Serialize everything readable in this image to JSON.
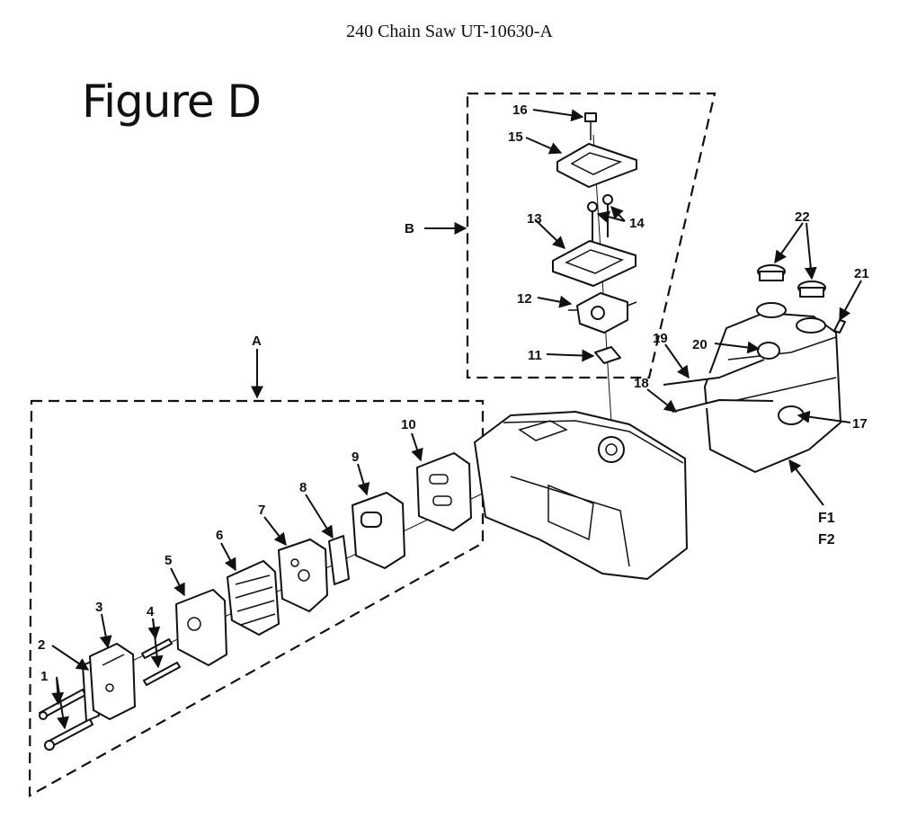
{
  "header": {
    "title": "240 Chain Saw UT-10630-A"
  },
  "figure": {
    "label": "Figure D"
  },
  "groups": [
    {
      "id": "A",
      "label": "A"
    },
    {
      "id": "B",
      "label": "B"
    },
    {
      "id": "F",
      "labels": [
        "F1",
        "F2"
      ]
    }
  ],
  "parts": [
    "1",
    "2",
    "3",
    "4",
    "5",
    "6",
    "7",
    "8",
    "9",
    "10",
    "11",
    "12",
    "13",
    "14",
    "15",
    "16",
    "17",
    "18",
    "19",
    "20",
    "21",
    "22"
  ]
}
